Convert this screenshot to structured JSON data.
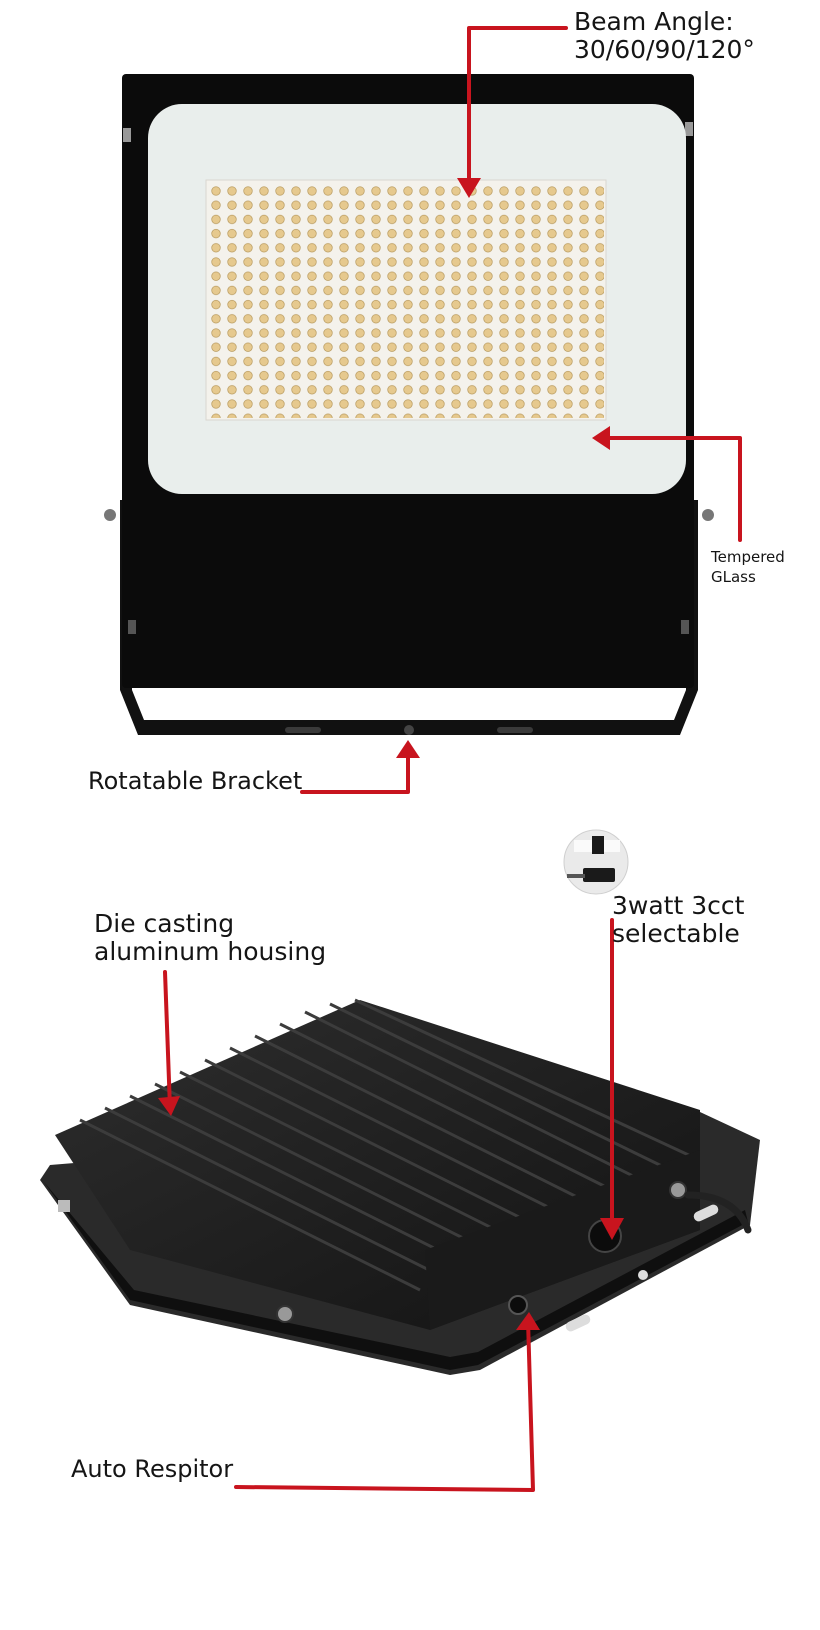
{
  "labels": {
    "beam_angle": {
      "line1": "Beam Angle:",
      "line2": "30/60/90/120°"
    },
    "tempered_glass": {
      "line1": "Tempered",
      "line2": "GLass"
    },
    "rotatable_bracket": "Rotatable Bracket",
    "die_casting": {
      "line1": "Die casting",
      "line2": "aluminum housing"
    },
    "cct_selectable": {
      "line1": "3watt 3cct",
      "line2": "selectable"
    },
    "auto_respitor": "Auto Respitor"
  },
  "colors": {
    "callout": "#c8141e",
    "housing": "#0b0b0b",
    "lens": "#e9eeec",
    "led_panel": "#f4f2ec",
    "led": "#e6c98e",
    "heatsink": "#1c1c1c"
  },
  "icons": [
    "cct-switch-icon"
  ]
}
